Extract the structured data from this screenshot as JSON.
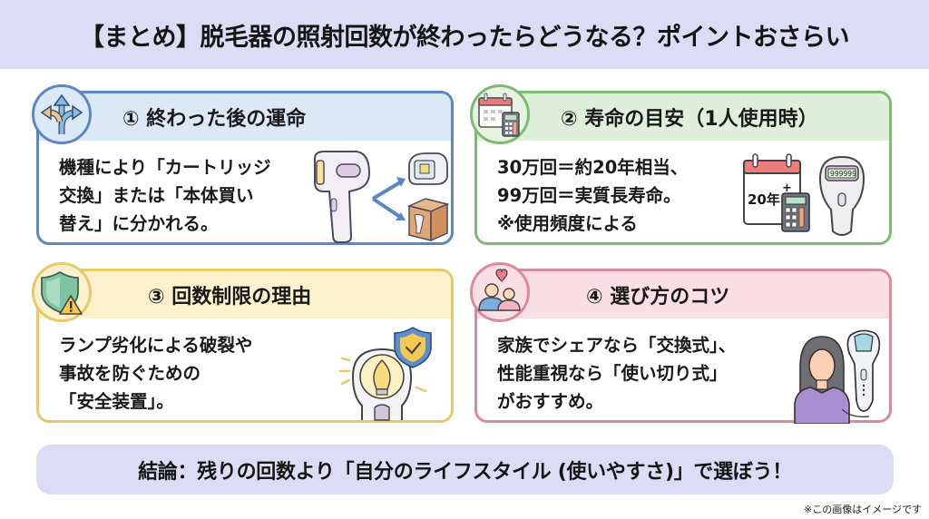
{
  "header": {
    "title": "【まとめ】脱毛器の照射回数が終わったらどうなる？ポイントおさらい"
  },
  "cards": [
    {
      "number": "①",
      "title": "① 終わった後の運命",
      "icon": "branching-arrows-icon",
      "accent_color": "#5b87c5",
      "body_lines": [
        "機種により「カートリッジ",
        "交換」または「本体買い",
        "替え」に分かれる。"
      ],
      "illustration": "epilator-to-cartridge-or-new-device"
    },
    {
      "number": "②",
      "title": "② 寿命の目安（1人使用時）",
      "icon": "calendar-calculator-icon",
      "accent_color": "#7dbb72",
      "body_lines": [
        "30万回＝約20年相当、",
        "99万回＝実質長寿命。",
        "※使用頻度による"
      ],
      "illustration": {
        "calendar_label": "20年",
        "calendar_plus": "+",
        "counter_display": "999999"
      }
    },
    {
      "number": "③",
      "title": "③ 回数制限の理由",
      "icon": "shield-warning-icon",
      "accent_color": "#e7c96a",
      "body_lines": [
        "ランプ劣化による破裂や",
        "事故を防ぐための",
        "「安全装置」。"
      ],
      "illustration": "lamp-with-shield-check"
    },
    {
      "number": "④",
      "title": "④ 選び方のコツ",
      "icon": "couple-heart-icon",
      "accent_color": "#d98b9e",
      "body_lines": [
        "家族でシェアなら「交換式」、",
        "性能重視なら「使い切り式」",
        "がおすすめ。"
      ],
      "illustration": "woman-with-epilator"
    }
  ],
  "conclusion": {
    "text": "結論：残りの回数より「自分のライフスタイル (使いやすさ)」で選ぼう！"
  },
  "footnote": "※この画像はイメージです",
  "colors": {
    "header_bg": "#dcdcf4",
    "blue": "#5b87c5",
    "green": "#7dbb72",
    "yellow": "#e7c96a",
    "pink": "#d98b9e"
  }
}
